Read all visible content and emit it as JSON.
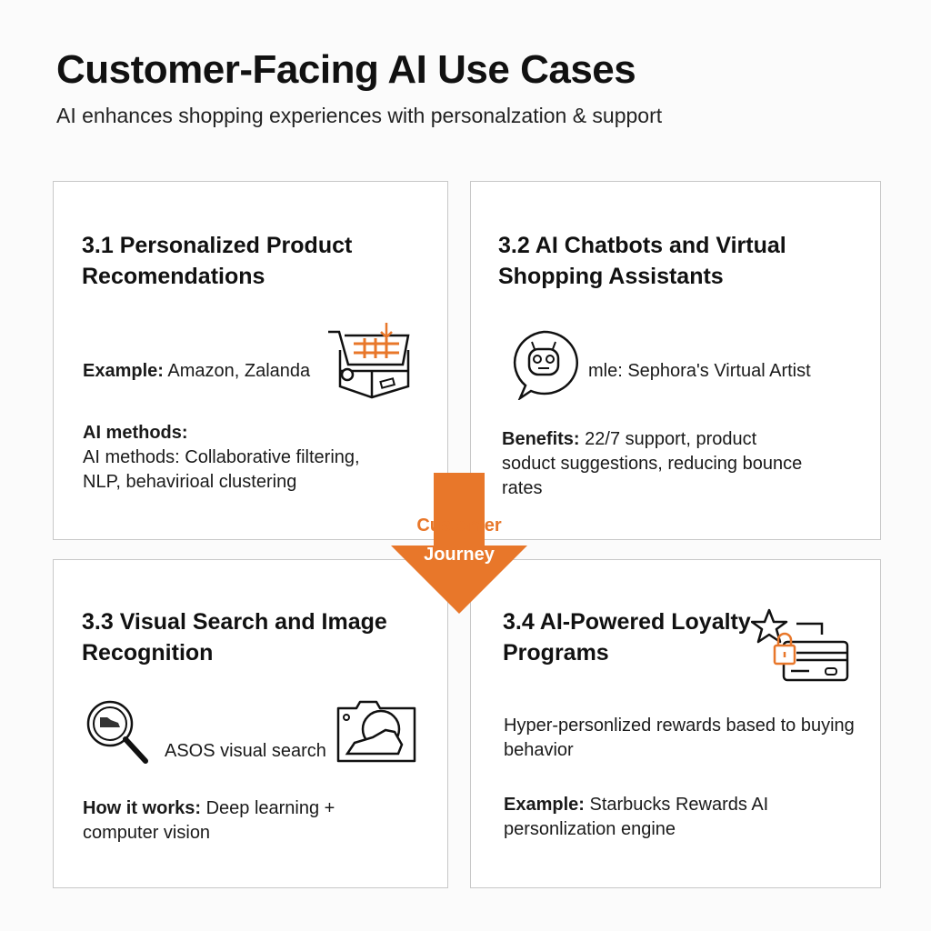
{
  "header": {
    "title": "Customer-Facing AI Use Cases",
    "subtitle": "AI enhances shopping experiences with personalzation & support"
  },
  "cards": [
    {
      "heading": "3.1 Personalized Product Recomendations",
      "example_label": "Example:",
      "example_text": " Amazon, Zalanda",
      "methods_label": "AI methods:",
      "methods_text": "AI methods: Collaborative filtering, NLP, behavirioal clustering"
    },
    {
      "heading": "3.2 AI Chatbots and Virtual Shopping Assistants",
      "example_text": "mle: Sephora's Virtual Artist",
      "benefits_label": "Benefits:",
      "benefits_text": " 22/7 support, product soduct suggestions, reducing bounce rates"
    },
    {
      "heading": "3.3 Visual Search and Image Recognition",
      "example_text": "ASOS visual search",
      "how_label": "How it works:",
      "how_text": " Deep learning + computer vision"
    },
    {
      "heading": "3.4 AI-Powered Loyalty Programs",
      "desc": "Hyper-personlized rewards based to buying behavior",
      "example_label": "Example:",
      "example_text": " Starbucks Rewards AI personlization engine"
    }
  ],
  "journey": {
    "line1": "Customer",
    "line2": "Journey"
  },
  "colors": {
    "accent": "#e8772a",
    "border": "#c8c8c8"
  }
}
